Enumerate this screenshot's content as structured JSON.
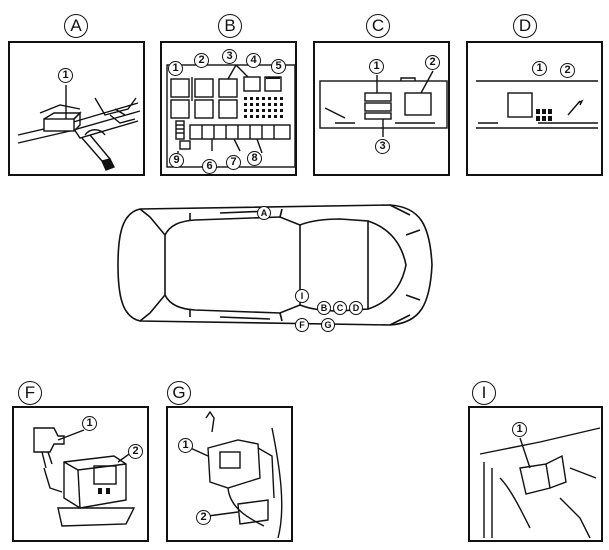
{
  "panels": {
    "A": {
      "letter": "A",
      "callouts": [
        "1"
      ]
    },
    "B": {
      "letter": "B",
      "callouts": [
        "1",
        "2",
        "3",
        "4",
        "5",
        "6",
        "7",
        "8",
        "9"
      ]
    },
    "C": {
      "letter": "C",
      "callouts": [
        "1",
        "2",
        "3"
      ]
    },
    "D": {
      "letter": "D",
      "callouts": [
        "1",
        "2"
      ]
    },
    "F": {
      "letter": "F",
      "callouts": [
        "1",
        "2"
      ]
    },
    "G": {
      "letter": "G",
      "callouts": [
        "1",
        "2"
      ]
    },
    "I": {
      "letter": "I",
      "callouts": [
        "1"
      ]
    }
  },
  "car": {
    "locations": [
      "A",
      "I",
      "B",
      "C",
      "D",
      "F",
      "G"
    ]
  }
}
